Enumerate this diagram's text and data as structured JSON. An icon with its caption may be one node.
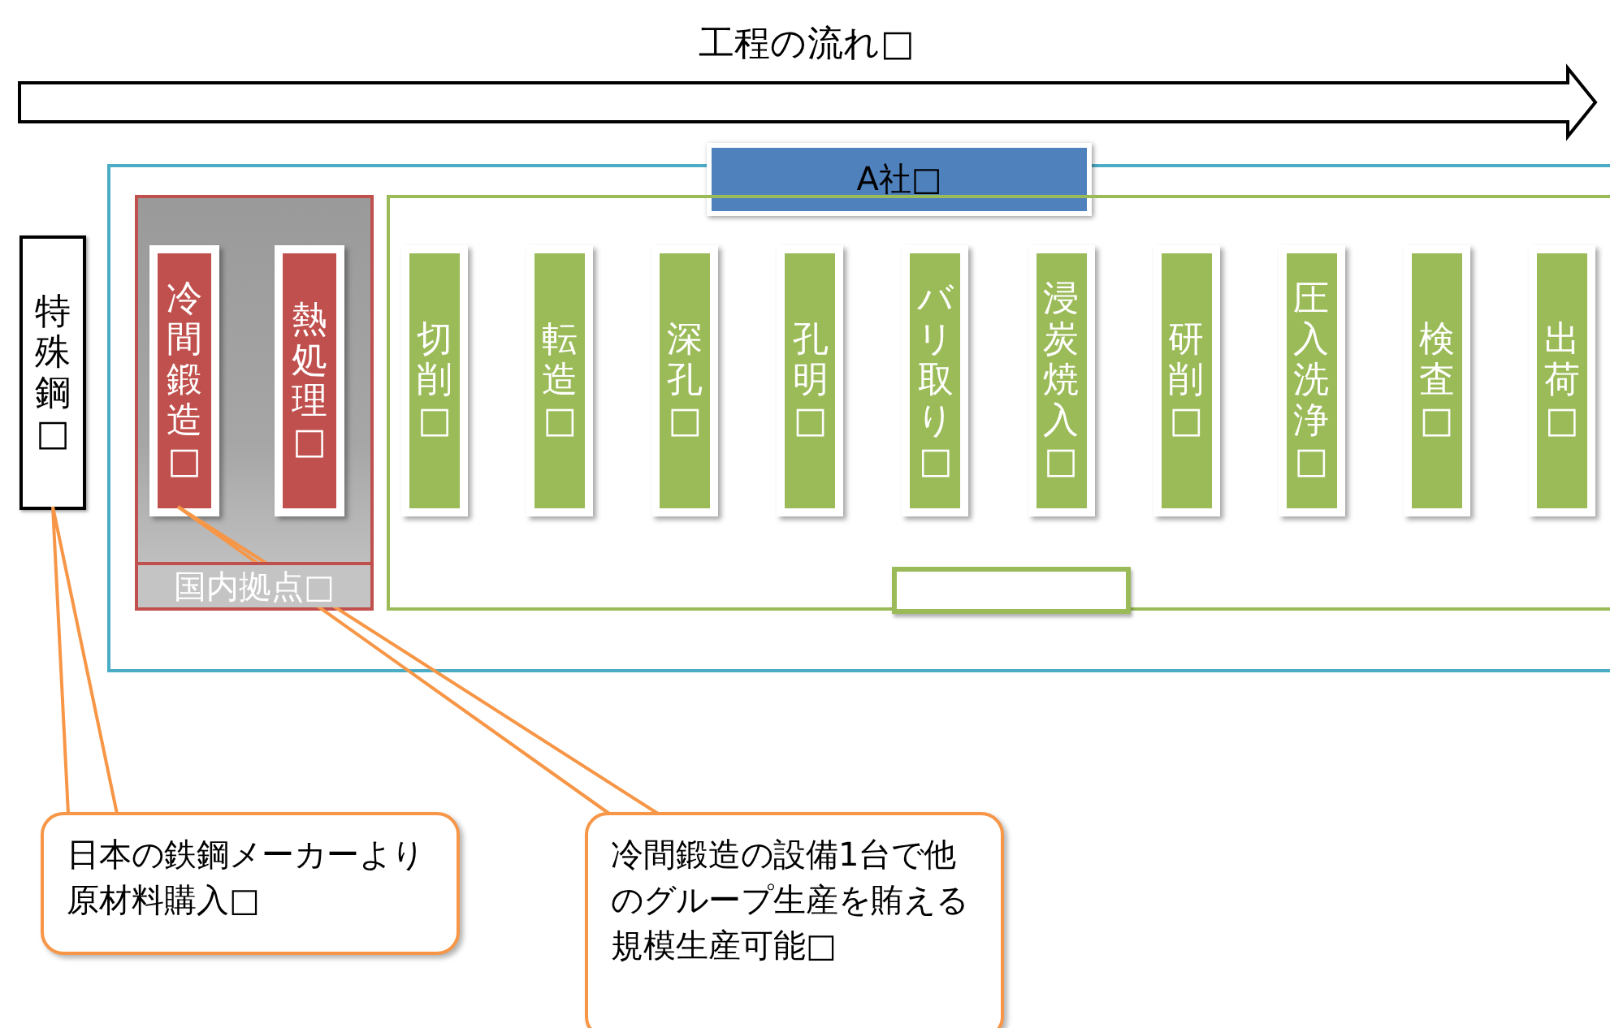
{
  "diagram": {
    "title": "工程の流れ□",
    "nodes": [
      {
        "text": [
          "特殊鋼□"
        ]
      },
      {
        "text": [
          "A社□"
        ]
      },
      {
        "text": [
          "国内拠点□"
        ],
        "in": 1
      },
      {
        "text": [
          "冷間鍛造□"
        ],
        "in": 2
      },
      {
        "text": [
          "熱処理□"
        ],
        "in": 2
      },
      {
        "text": [],
        "shape": "box",
        "in": 1
      },
      {
        "text": [
          "切削□"
        ],
        "in": 5
      },
      {
        "text": [
          "転造□"
        ],
        "in": 5
      },
      {
        "text": [
          "深孔□"
        ],
        "in": 5
      },
      {
        "text": [
          "孔明□"
        ],
        "in": 5
      },
      {
        "text": [
          "バリ取り□"
        ],
        "in": 5
      },
      {
        "text": [
          "浸炭焼入□"
        ],
        "in": 5
      },
      {
        "text": [
          "研削□"
        ],
        "in": 5
      },
      {
        "text": [
          "圧入洗浄□"
        ],
        "in": 5
      },
      {
        "text": [
          "検査□"
        ],
        "in": 5
      },
      {
        "text": [
          "出荷□"
        ],
        "in": 5
      },
      {
        "text": [],
        "shape": "box",
        "in": 5
      },
      {
        "text": [
          "日本の鉄鋼メーカーより原材料購入□"
        ]
      },
      {
        "text": [
          "冷間鍛造の設備1台で他のグループ生産を賄える規模生産可能□"
        ]
      }
    ],
    "edges": [
      {
        "from": 17,
        "to": 0,
        "arrow": "none"
      },
      {
        "from": 18,
        "to": 3,
        "arrow": "none"
      }
    ]
  }
}
